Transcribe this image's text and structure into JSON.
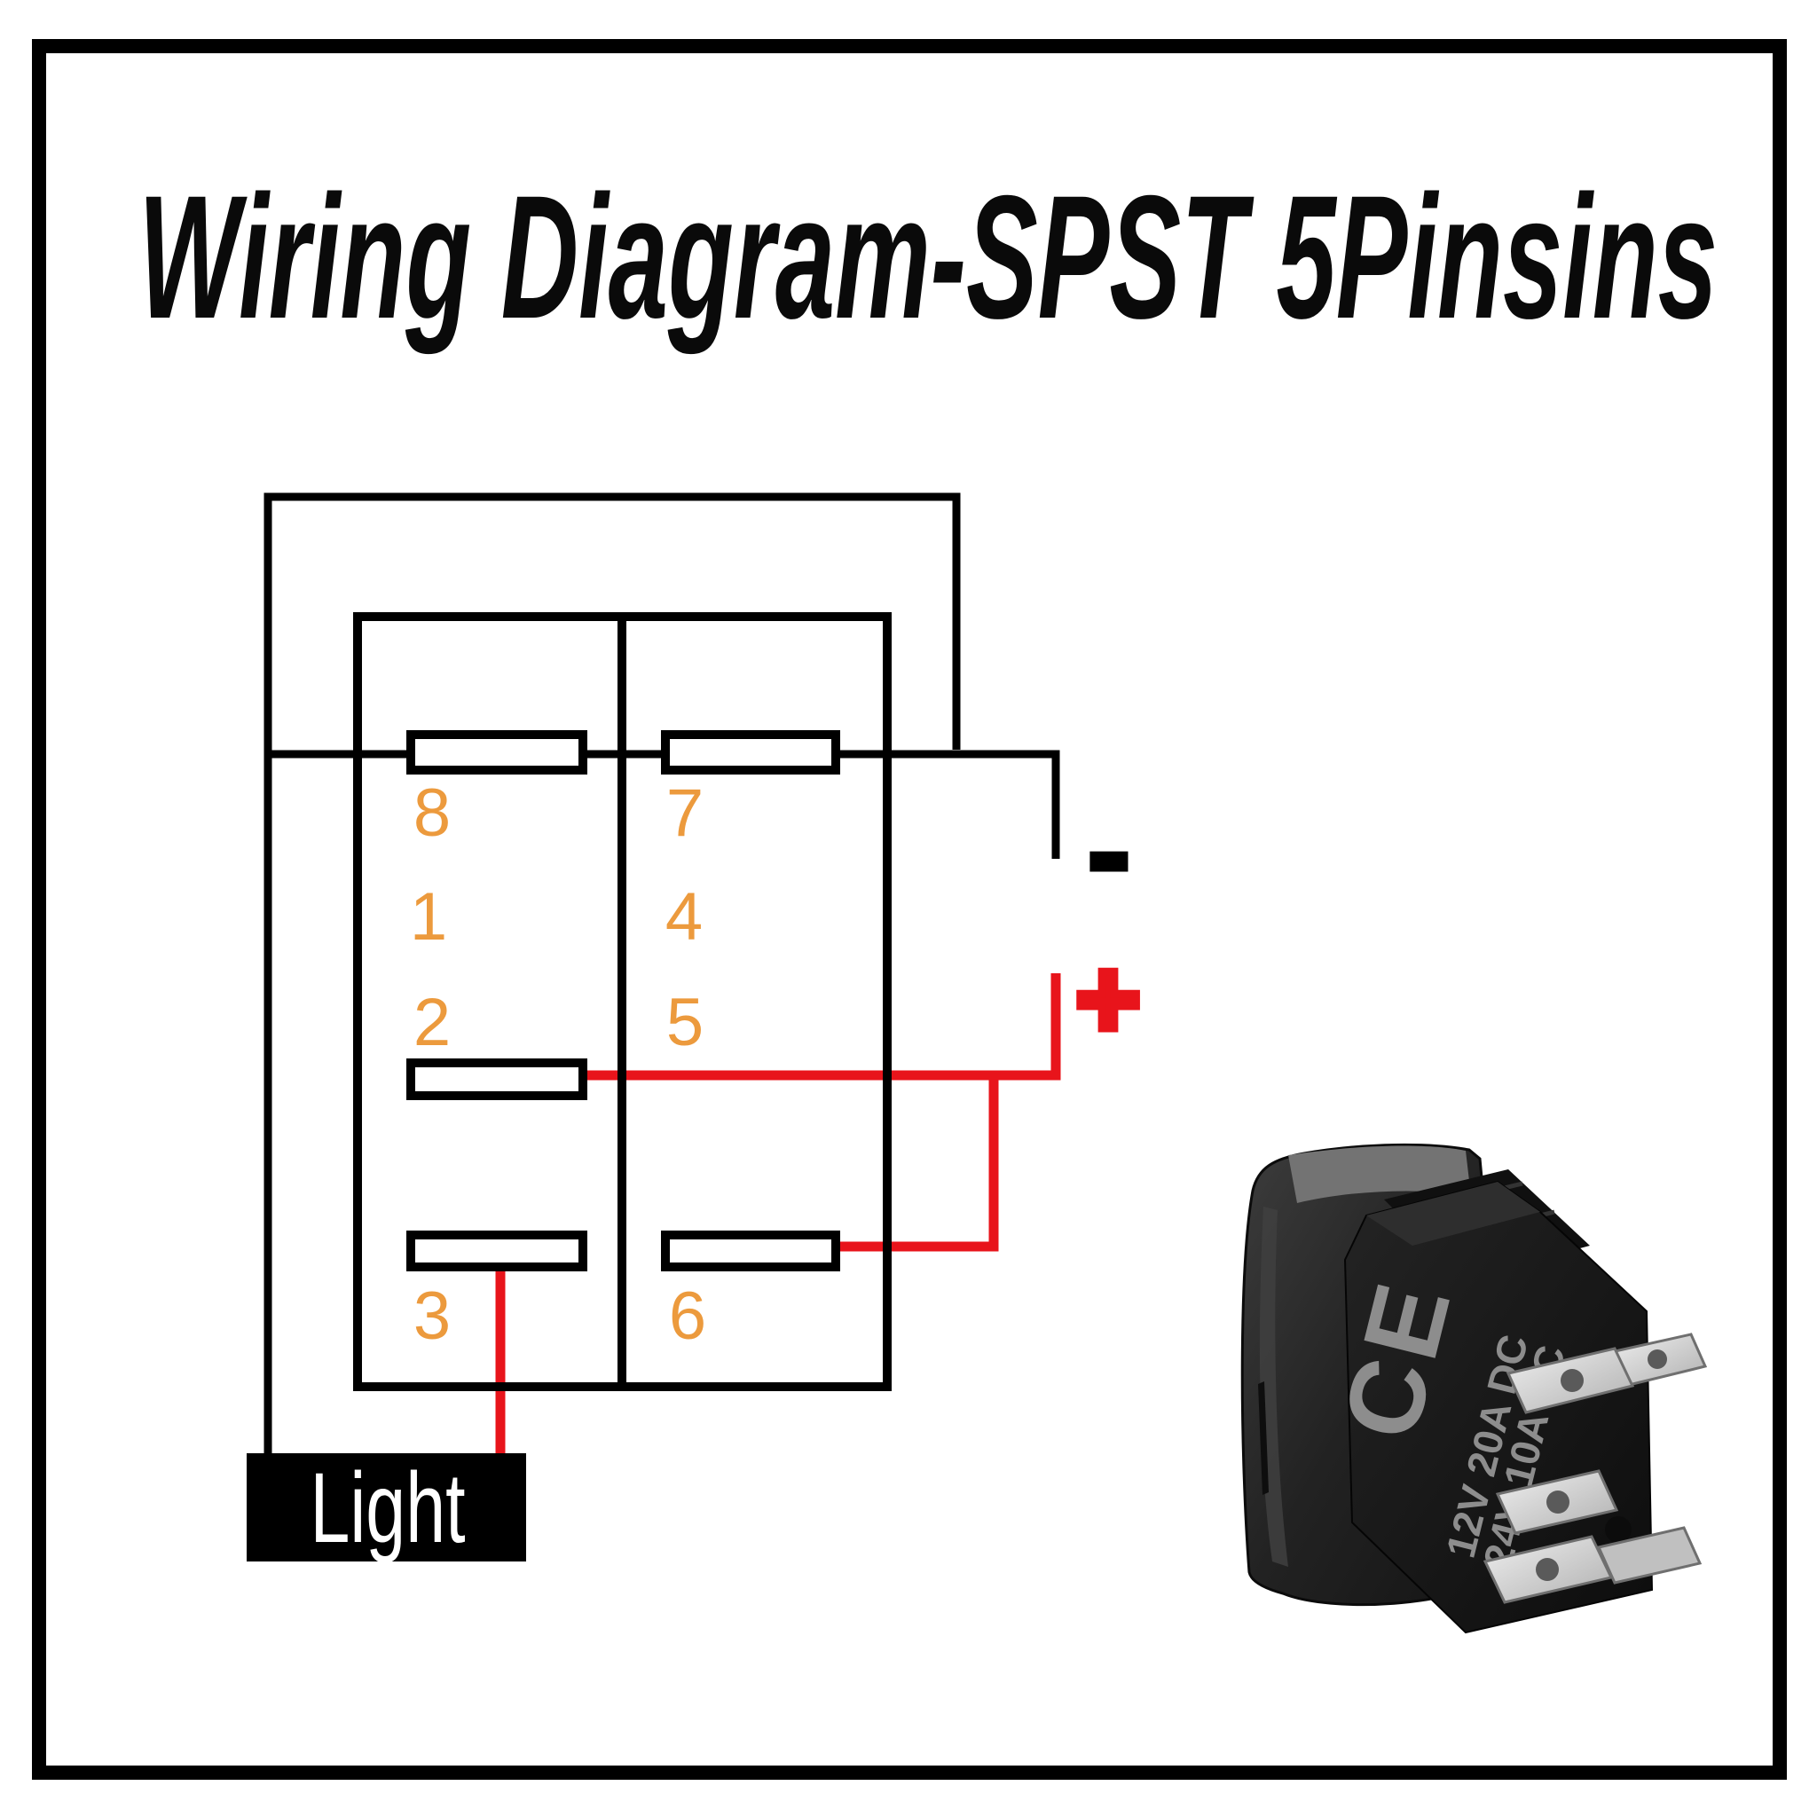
{
  "title": {
    "text": "Wiring Diagram-SPST 5Pinsins"
  },
  "diagram": {
    "terminal_labels": {
      "left": [
        "8",
        "1",
        "2",
        "3"
      ],
      "right": [
        "7",
        "4",
        "5",
        "6"
      ]
    },
    "polarity": {
      "negative": "-",
      "positive": "+"
    },
    "light": {
      "label": "Light",
      "bg": "#000000",
      "text_color": "#ffffff"
    },
    "wire_colors": {
      "black": "#000000",
      "red": "#e8141b"
    },
    "label_color": "#ec9a3d"
  },
  "switch_photo": {
    "ce_mark": "CE",
    "marking_line1": "12V 20A DC",
    "marking_line2": "24V 10A DC"
  }
}
